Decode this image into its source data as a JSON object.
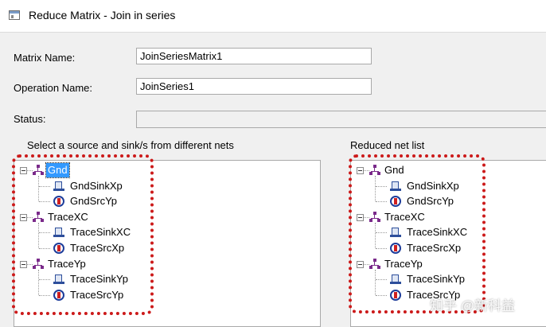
{
  "window": {
    "title": "Reduce Matrix - Join in series",
    "icon": "window-app-icon"
  },
  "form": {
    "matrix_name": {
      "label": "Matrix Name:",
      "value": "JoinSeriesMatrix1"
    },
    "operation_name": {
      "label": "Operation Name:",
      "value": "JoinSeries1"
    },
    "status": {
      "label": "Status:",
      "value": ""
    }
  },
  "left_panel": {
    "caption": "Select a source and sink/s from different nets",
    "nets": [
      {
        "name": "Gnd",
        "selected": true,
        "children": [
          {
            "name": "GndSinkXp",
            "icon": "sink-icon"
          },
          {
            "name": "GndSrcYp",
            "icon": "source-icon"
          }
        ]
      },
      {
        "name": "TraceXC",
        "children": [
          {
            "name": "TraceSinkXC",
            "icon": "sink-icon"
          },
          {
            "name": "TraceSrcXp",
            "icon": "source-icon"
          }
        ]
      },
      {
        "name": "TraceYp",
        "children": [
          {
            "name": "TraceSinkYp",
            "icon": "sink-icon"
          },
          {
            "name": "TraceSrcYp",
            "icon": "source-icon"
          }
        ]
      }
    ]
  },
  "right_panel": {
    "caption": "Reduced net list",
    "nets": [
      {
        "name": "Gnd",
        "children": [
          {
            "name": "GndSinkXp",
            "icon": "sink-icon"
          },
          {
            "name": "GndSrcYp",
            "icon": "source-icon"
          }
        ]
      },
      {
        "name": "TraceXC",
        "children": [
          {
            "name": "TraceSinkXC",
            "icon": "sink-icon"
          },
          {
            "name": "TraceSrcXp",
            "icon": "source-icon"
          }
        ]
      },
      {
        "name": "TraceYp",
        "children": [
          {
            "name": "TraceSinkYp",
            "icon": "sink-icon"
          },
          {
            "name": "TraceSrcYp",
            "icon": "source-icon"
          }
        ]
      }
    ]
  },
  "annotation": {
    "color": "#cc1a1a",
    "style": "dotted red highlight"
  },
  "watermark": "知乎 @新科益"
}
